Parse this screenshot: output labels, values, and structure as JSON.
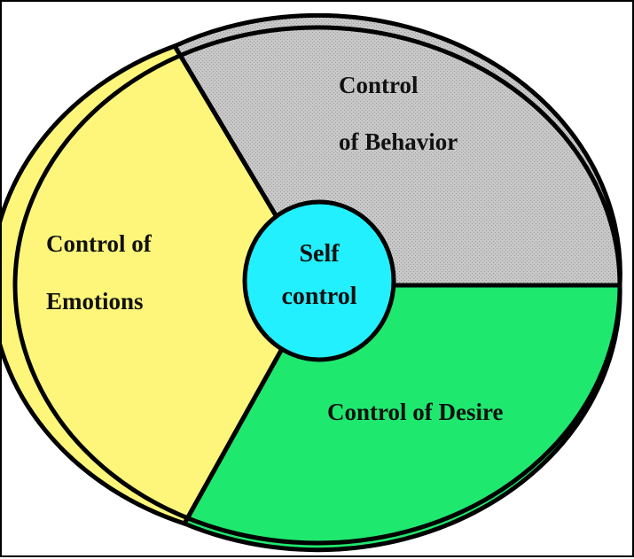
{
  "diagram": {
    "center": {
      "line1": "Self",
      "line2": "control",
      "color": "#22f0ff"
    },
    "segments": {
      "behavior": {
        "line1": "Control",
        "line2": "of Behavior",
        "color": "#c8c8c8"
      },
      "desire": {
        "line1": "Control of Desire",
        "color": "#1fe86e"
      },
      "emotions": {
        "line1": "Control of",
        "line2": "Emotions",
        "color": "#fdf67a"
      }
    },
    "outline_color": "#000000"
  }
}
